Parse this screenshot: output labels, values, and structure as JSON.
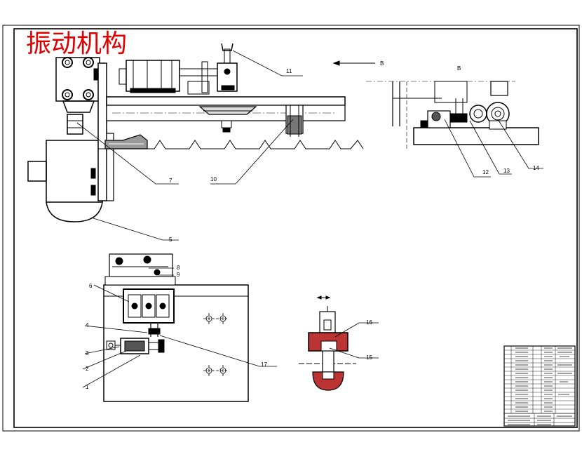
{
  "drawing": {
    "title": "振动机构",
    "view_label": "B",
    "part_labels": {
      "p1": "1",
      "p2": "2",
      "p3": "3",
      "p4": "4",
      "p5": "5",
      "p6": "6",
      "p7": "7",
      "p8": "8",
      "p9": "9",
      "p10": "10",
      "p11": "11",
      "p12": "12",
      "p13": "13",
      "p14": "14",
      "p15": "15",
      "p16": "16",
      "p17": "17"
    }
  }
}
